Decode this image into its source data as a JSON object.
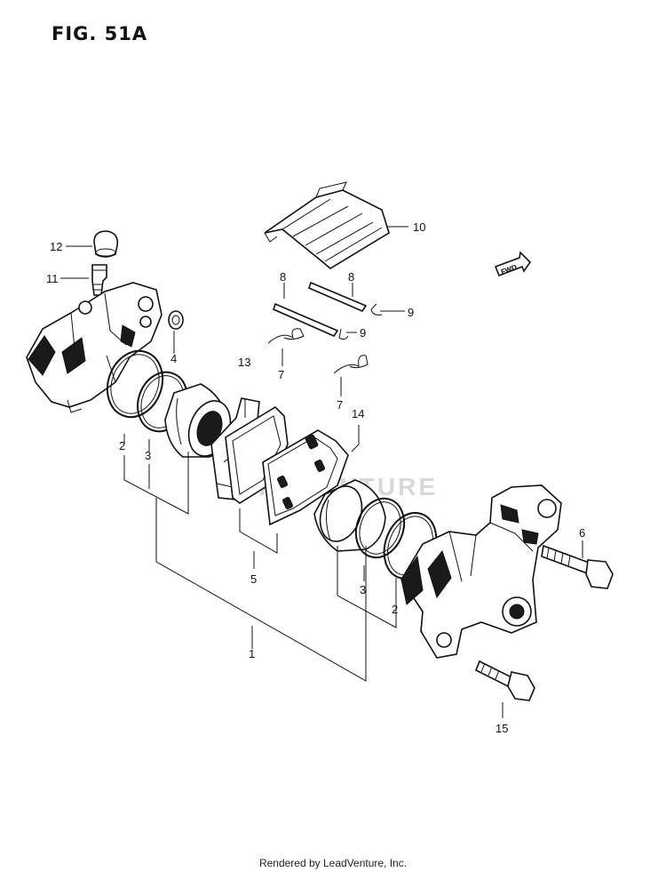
{
  "figure": {
    "title": "FIG. 51A",
    "watermark": "LEADVENTURE",
    "direction_label": "FWD",
    "footer": "Rendered by LeadVenture, Inc."
  },
  "callouts": [
    {
      "id": "c1",
      "label": "1"
    },
    {
      "id": "c2a",
      "label": "2"
    },
    {
      "id": "c2b",
      "label": "2"
    },
    {
      "id": "c3a",
      "label": "3"
    },
    {
      "id": "c3b",
      "label": "3"
    },
    {
      "id": "c4",
      "label": "4"
    },
    {
      "id": "c5",
      "label": "5"
    },
    {
      "id": "c6",
      "label": "6"
    },
    {
      "id": "c7a",
      "label": "7"
    },
    {
      "id": "c7b",
      "label": "7"
    },
    {
      "id": "c8a",
      "label": "8"
    },
    {
      "id": "c8b",
      "label": "8"
    },
    {
      "id": "c9a",
      "label": "9"
    },
    {
      "id": "c9b",
      "label": "9"
    },
    {
      "id": "c10",
      "label": "10"
    },
    {
      "id": "c11",
      "label": "11"
    },
    {
      "id": "c12",
      "label": "12"
    },
    {
      "id": "c13",
      "label": "13"
    },
    {
      "id": "c14",
      "label": "14"
    },
    {
      "id": "c15",
      "label": "15"
    }
  ]
}
